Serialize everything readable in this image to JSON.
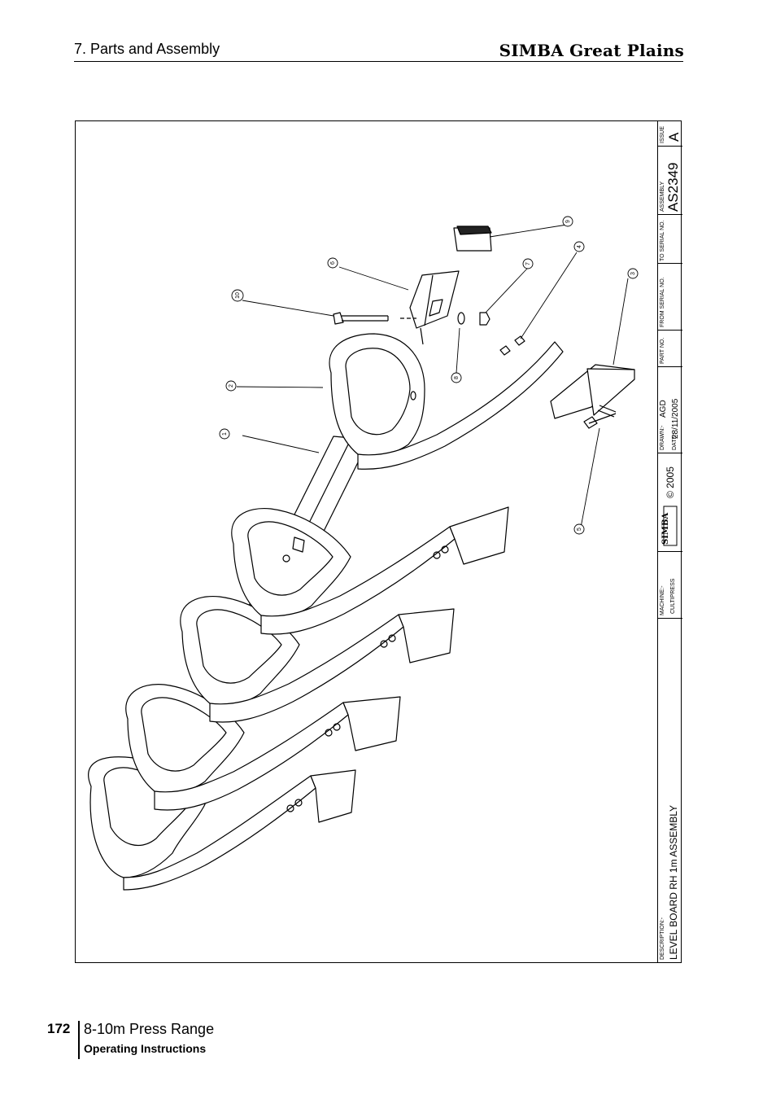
{
  "header": {
    "section": "7. Parts and Assembly",
    "brand": "SIMBA Great Plains"
  },
  "drawing": {
    "callouts": [
      "1",
      "2",
      "3",
      "4",
      "5",
      "6",
      "7",
      "8",
      "9",
      "10"
    ],
    "title_block": {
      "issue_label": "ISSUE",
      "issue_value": "A",
      "assembly_label": "ASSEMBLY",
      "assembly_value": "AS2349",
      "to_serial_label": "TO SERIAL NO.",
      "from_serial_label": "FROM SERIAL NO.",
      "part_no_label": "PART NO.",
      "drawn_label": "DRAWN:-",
      "drawn_value": "AGD",
      "date_label": "DATE:-",
      "date_value": "28/11/2005",
      "copyright": "© 2005",
      "logo_text": "SIMBA",
      "machine_label": "MACHINE:-",
      "machine_value": "CULTIPRESS",
      "description_label": "DESCRIPTION:-",
      "description_value": "LEVEL BOARD RH 1m ASSEMBLY"
    }
  },
  "footer": {
    "page_number": "172",
    "product": "8-10m Press Range",
    "doc_type": "Operating Instructions"
  }
}
